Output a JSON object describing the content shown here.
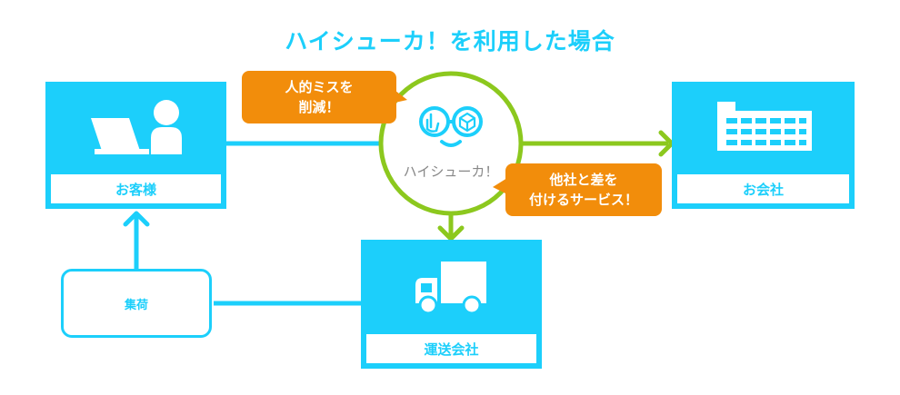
{
  "title": "ハイシューカ！を利用した場合",
  "nodes": {
    "customer": "お客様",
    "company": "お会社",
    "carrier": "運送会社",
    "pickup": "集荷",
    "service": "ハイシューカ！"
  },
  "bubbles": {
    "left": "人的ミスを\n削減！",
    "right": "他社と差を\n付けるサービス！"
  },
  "colors": {
    "blue": "#1ccffb",
    "green": "#8cc81e",
    "orange": "#f28d0b",
    "gray": "#888888",
    "white": "#ffffff"
  }
}
